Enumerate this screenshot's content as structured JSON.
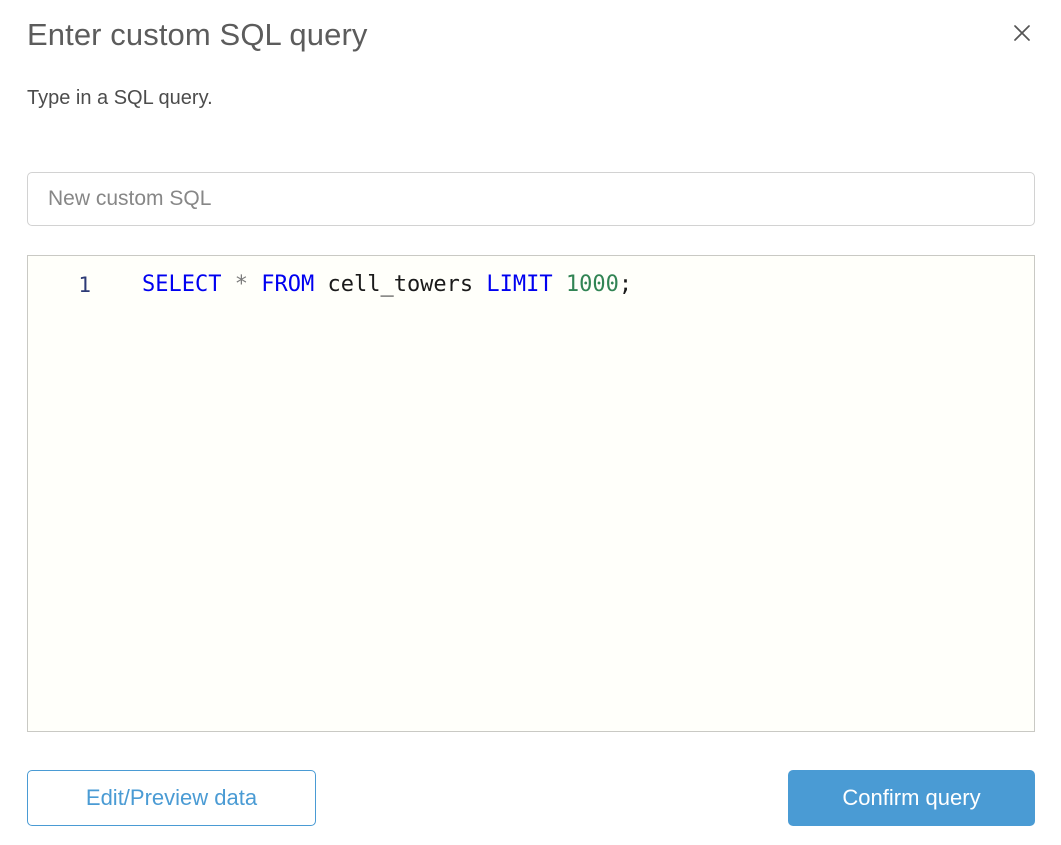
{
  "dialog": {
    "title": "Enter custom SQL query",
    "subtitle": "Type in a SQL query.",
    "close_icon": "close-icon"
  },
  "name_field": {
    "value": "",
    "placeholder": "New custom SQL"
  },
  "editor": {
    "line_number": "1",
    "query": "SELECT * FROM cell_towers LIMIT 1000;",
    "tokens": [
      {
        "text": "SELECT",
        "type": "keyword"
      },
      {
        "text": " ",
        "type": "space"
      },
      {
        "text": "*",
        "type": "operator"
      },
      {
        "text": " ",
        "type": "space"
      },
      {
        "text": "FROM",
        "type": "keyword"
      },
      {
        "text": " ",
        "type": "space"
      },
      {
        "text": "cell_towers",
        "type": "ident"
      },
      {
        "text": " ",
        "type": "space"
      },
      {
        "text": "LIMIT",
        "type": "keyword"
      },
      {
        "text": " ",
        "type": "space"
      },
      {
        "text": "1000",
        "type": "number"
      },
      {
        "text": ";",
        "type": "punct"
      }
    ],
    "colors": {
      "keyword": "#0000f0",
      "operator": "#7c7c7c",
      "identifier": "#1a1a1a",
      "number": "#318454",
      "gutter": "#2d3a76",
      "background": "#fffffa"
    }
  },
  "footer": {
    "secondary_label": "Edit/Preview data",
    "primary_label": "Confirm query",
    "accent_color": "#4a9bd4"
  }
}
